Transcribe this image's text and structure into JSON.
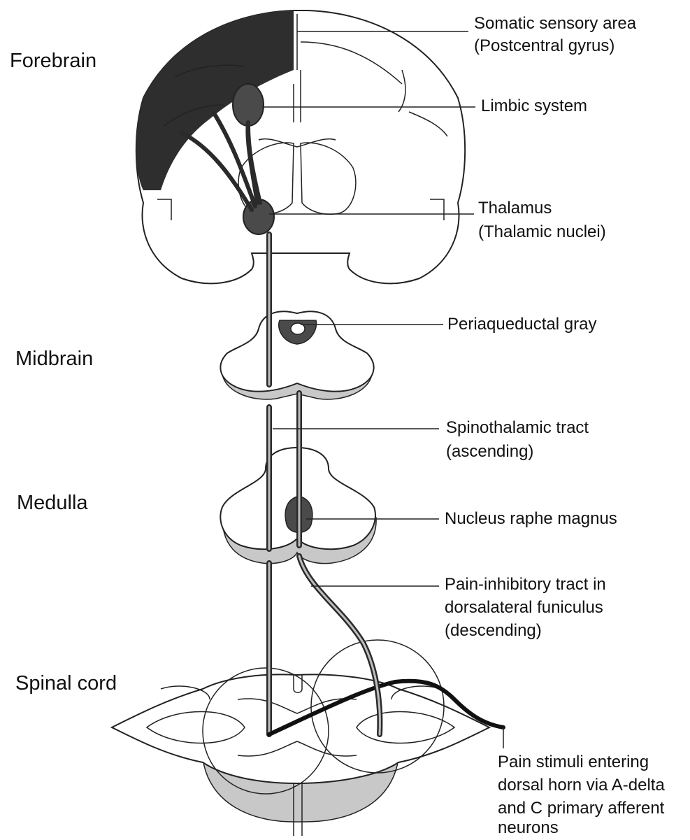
{
  "regions": {
    "forebrain": "Forebrain",
    "midbrain": "Midbrain",
    "medulla": "Medulla",
    "spinal_cord": "Spinal cord"
  },
  "labels": {
    "somatic_1": "Somatic sensory  area",
    "somatic_2": "(Postcentral gyrus)",
    "limbic": "Limbic system",
    "thalamus_1": "Thalamus",
    "thalamus_2": "(Thalamic nuclei)",
    "pag": "Periaqueductal gray",
    "spinothalamic_1": "Spinothalamic tract",
    "spinothalamic_2": "(ascending)",
    "raphe": "Nucleus raphe magnus",
    "inhibitory_1": "Pain-inhibitory tract in",
    "inhibitory_2": "dorsalateral funiculus",
    "inhibitory_3": "(descending)",
    "stimuli_1": "Pain stimuli entering",
    "stimuli_2": "dorsal horn via A-delta",
    "stimuli_3": "and C primary afferent",
    "stimuli_4": "neurons"
  },
  "colors": {
    "cortex_fill": "#2e2e2e",
    "nucleus_fill": "#4a4a4a",
    "shadow_gray": "#c8c8c8",
    "line": "#222222"
  }
}
